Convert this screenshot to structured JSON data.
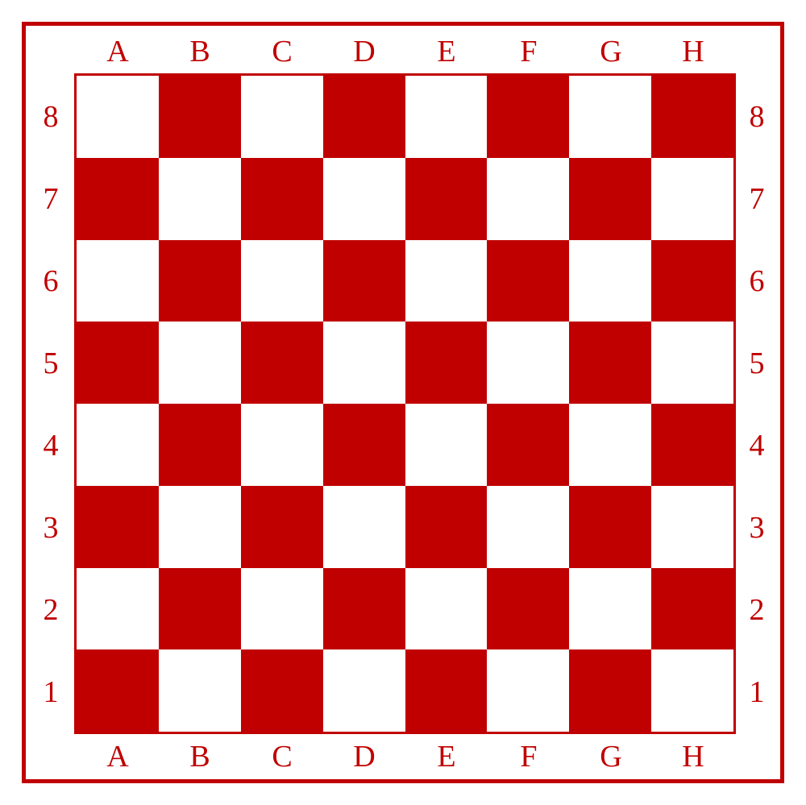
{
  "board": {
    "files": [
      "A",
      "B",
      "C",
      "D",
      "E",
      "F",
      "G",
      "H"
    ],
    "ranks": [
      "8",
      "7",
      "6",
      "5",
      "4",
      "3",
      "2",
      "1"
    ],
    "dark_color": "#c00000",
    "light_color": "#ffffff",
    "top_left_square": "light"
  }
}
